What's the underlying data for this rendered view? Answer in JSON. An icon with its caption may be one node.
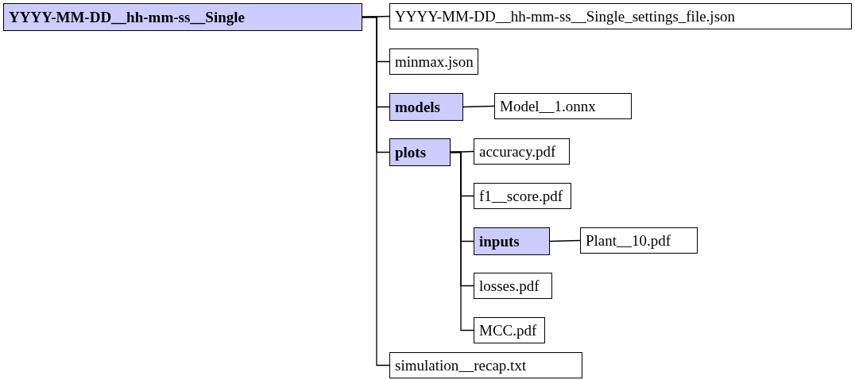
{
  "diagram": {
    "nodes": [
      {
        "text": [
          "YYYY-MM-DD__hh-mm-ss__Single"
        ]
      },
      {
        "text": [
          "YYYY-MM-DD__hh-mm-ss__Single_settings_file.json"
        ]
      },
      {
        "text": [
          "minmax.json"
        ]
      },
      {
        "text": [
          "models"
        ]
      },
      {
        "text": [
          "Model__1.onnx"
        ]
      },
      {
        "text": [
          "plots"
        ]
      },
      {
        "text": [
          "accuracy.pdf"
        ]
      },
      {
        "text": [
          "f1__score.pdf"
        ]
      },
      {
        "text": [
          "inputs"
        ]
      },
      {
        "text": [
          "Plant__10.pdf"
        ]
      },
      {
        "text": [
          "losses.pdf"
        ]
      },
      {
        "text": [
          "MCC.pdf"
        ]
      },
      {
        "text": [
          "simulation__recap.txt"
        ]
      }
    ],
    "edges": [
      {
        "from": 0,
        "to": 1,
        "arrow": "none"
      },
      {
        "from": 0,
        "to": 2,
        "arrow": "none"
      },
      {
        "from": 0,
        "to": 3,
        "arrow": "none"
      },
      {
        "from": 3,
        "to": 4,
        "arrow": "none"
      },
      {
        "from": 0,
        "to": 5,
        "arrow": "none"
      },
      {
        "from": 5,
        "to": 6,
        "arrow": "none"
      },
      {
        "from": 5,
        "to": 7,
        "arrow": "none"
      },
      {
        "from": 5,
        "to": 8,
        "arrow": "none"
      },
      {
        "from": 8,
        "to": 9,
        "arrow": "none"
      },
      {
        "from": 5,
        "to": 10,
        "arrow": "none"
      },
      {
        "from": 5,
        "to": 11,
        "arrow": "none"
      },
      {
        "from": 0,
        "to": 12,
        "arrow": "none"
      }
    ]
  }
}
